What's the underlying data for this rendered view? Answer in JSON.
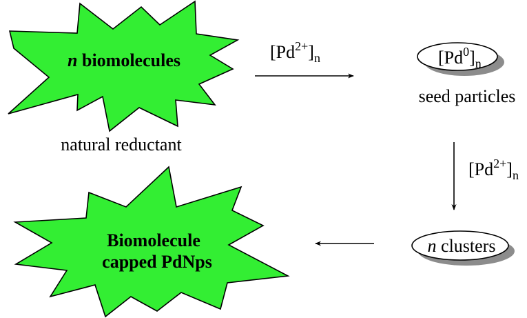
{
  "colors": {
    "starburst_fill": "#33ee33",
    "stroke": "#000000",
    "ellipse_shadow": "#8c8c8c",
    "background": "#ffffff"
  },
  "start_burst": {
    "italic_prefix": "n",
    "label": " biomolecules"
  },
  "caption_reductant": "natural reductant",
  "arrow_1": {
    "text": "[Pd",
    "sup": "2+",
    "close": "]",
    "sub": "n"
  },
  "seed": {
    "text": "[Pd",
    "sup": "0",
    "close": "]",
    "sub": "n"
  },
  "caption_seed": "seed particles",
  "arrow_2": {
    "text": "[Pd",
    "sup": "2+",
    "close": "]",
    "sub": "n"
  },
  "clusters": {
    "italic_prefix": "n",
    "label": " clusters"
  },
  "end_burst": {
    "line1": "Biomolecule",
    "line2": "capped PdNps"
  }
}
